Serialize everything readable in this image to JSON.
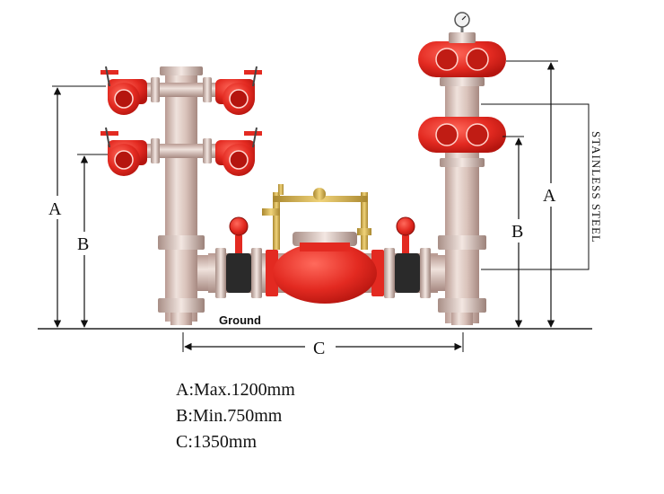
{
  "diagram": {
    "dimension_labels": {
      "left_a": "A",
      "left_b": "B",
      "right_a": "A",
      "right_b": "B",
      "bottom_c": "C"
    },
    "ground_label": "Ground",
    "material_label": "STAINLESS STEEL",
    "colors": {
      "pipe": "#d8c0b8",
      "valve_red": "#e32a21",
      "valve_dark": "#2a2a2a",
      "brass": "#c9a546",
      "line": "#111111"
    }
  },
  "legend": [
    {
      "text": "A:Max.1200mm"
    },
    {
      "text": "B:Min.750mm"
    },
    {
      "text": "C:1350mm"
    }
  ]
}
